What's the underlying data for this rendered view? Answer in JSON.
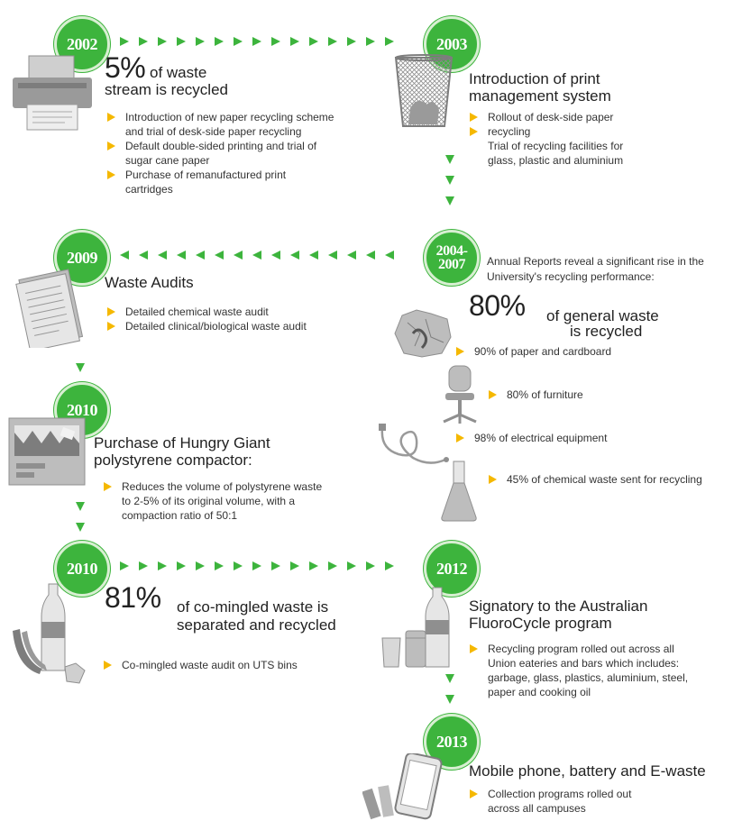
{
  "colors": {
    "green": "#3db43d",
    "yellow": "#f5b800",
    "icon_grey": "#8f8f8f"
  },
  "s2002": {
    "year": "2002",
    "big": "5%",
    "heading_a": "of waste",
    "heading_b": "stream is recycled",
    "bullets": [
      "Introduction of new paper recycling scheme and trial of desk-side paper recycling",
      "Default double-sided printing and trial of sugar cane paper",
      "Purchase of remanufactured print cartridges"
    ],
    "icon": "printer-icon"
  },
  "s2003": {
    "year": "2003",
    "heading": "Introduction of print management system",
    "bullets": [
      "Rollout of desk-side paper",
      "recycling"
    ],
    "extra": "Trial of recycling facilities for glass, plastic and aluminium",
    "icon": "wire-bin-icon"
  },
  "s2004": {
    "year_a": "2004-",
    "year_b": "2007",
    "intro": "Annual Reports reveal a significant rise in the University's recycling performance:",
    "big": "80%",
    "heading_a": "of general waste",
    "heading_b": "is recycled",
    "items": [
      "90% of paper and cardboard",
      "80% of furniture",
      "98% of electrical equipment",
      "45% of chemical waste sent for recycling"
    ],
    "icons": [
      "crumpled-paper-icon",
      "office-chair-icon",
      "cable-icon",
      "flask-icon"
    ]
  },
  "s2009": {
    "year": "2009",
    "heading": "Waste Audits",
    "bullets": [
      "Detailed chemical waste audit",
      "Detailed clinical/biological waste audit"
    ],
    "icon": "document-icon"
  },
  "s2010a": {
    "year": "2010",
    "heading_a": "Purchase of Hungry Giant",
    "heading_b": "polystyrene compactor:",
    "bullets": [
      "Reduces the volume of polystyrene waste to 2-5% of its original volume, with a compaction ratio of 50:1"
    ],
    "icon": "compactor-icon"
  },
  "s2010b": {
    "year": "2010",
    "big": "81%",
    "heading_a": "of co-mingled waste is",
    "heading_b": "separated and recycled",
    "bullets": [
      "Co-mingled waste audit on UTS bins"
    ],
    "icon": "bottle-banana-icon"
  },
  "s2012": {
    "year": "2012",
    "heading_a": "Signatory to the Australian",
    "heading_b": "FluoroCycle program",
    "bullets": [
      "Recycling program rolled out across all Union eateries and bars which includes: garbage, glass, plastics, aluminium, steel, paper and cooking oil"
    ],
    "icon": "bottle-cans-icon"
  },
  "s2013": {
    "year": "2013",
    "heading": "Mobile phone, battery and E-waste",
    "bullets": [
      "Collection programs rolled out across all campuses"
    ],
    "icon": "phone-battery-icon"
  }
}
